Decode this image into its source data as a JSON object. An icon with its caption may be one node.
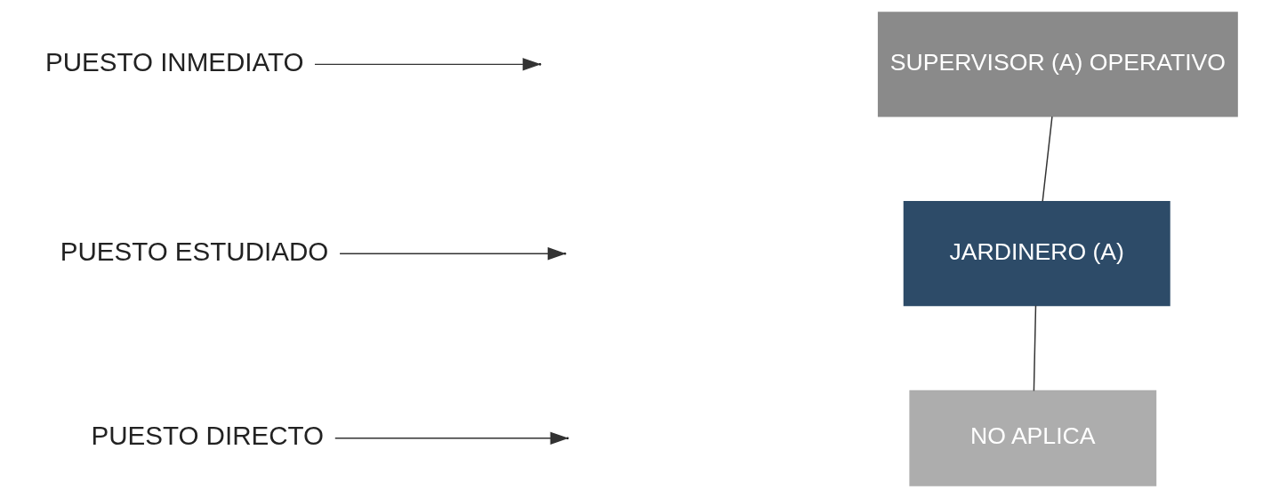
{
  "diagram": {
    "nodes": [
      {
        "text": [
          "PUESTO INMEDIATO"
        ]
      },
      {
        "text": [
          "PUESTO ESTUDIADO"
        ]
      },
      {
        "text": [
          "PUESTO DIRECTO"
        ]
      },
      {
        "text": [
          "SUPERVISOR (A) OPERATIVO"
        ]
      },
      {
        "text": [
          "JARDINERO (A)"
        ]
      },
      {
        "text": [
          "NO APLICA"
        ]
      }
    ],
    "edges": [
      {
        "from": 0,
        "to": null,
        "arrow": "to"
      },
      {
        "from": 1,
        "to": null,
        "arrow": "to"
      },
      {
        "from": 2,
        "to": null,
        "arrow": "to"
      },
      {
        "from": 3,
        "to": 4,
        "arrow": "none"
      },
      {
        "from": 4,
        "to": 5,
        "arrow": "none"
      }
    ]
  }
}
